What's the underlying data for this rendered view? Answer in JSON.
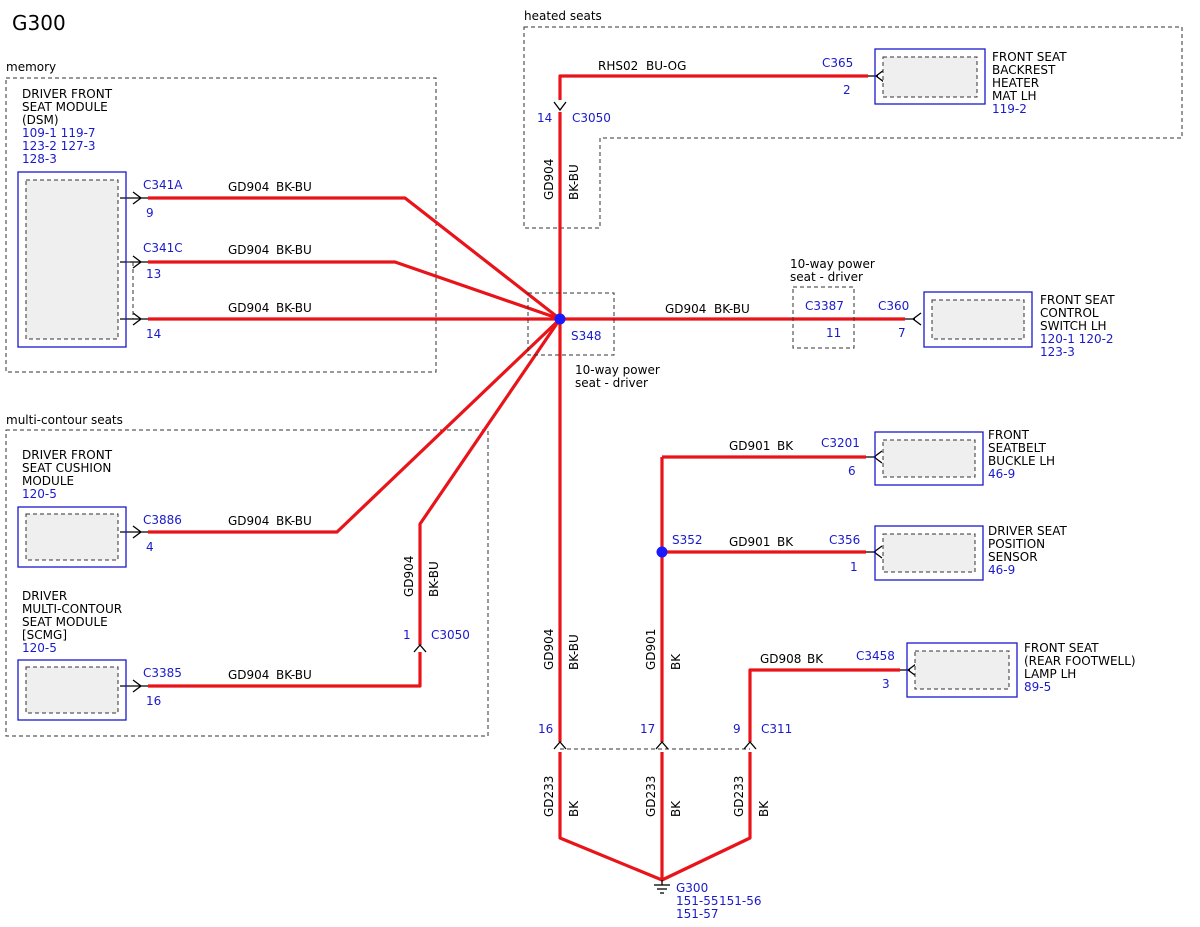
{
  "title": "G300",
  "groups": {
    "memory": "memory",
    "heated_seats": "heated seats",
    "multi_contour": "multi-contour seats"
  },
  "components": {
    "dsm": {
      "l1": "DRIVER FRONT",
      "l2": "SEAT MODULE",
      "l3": "(DSM)",
      "r1": "109-1   119-7",
      "r2": "123-2   127-3",
      "r3": "128-3"
    },
    "cushion": {
      "l1": "DRIVER FRONT",
      "l2": "SEAT CUSHION",
      "l3": "MODULE",
      "r1": "120-5"
    },
    "scmg": {
      "l1": "DRIVER",
      "l2": "MULTI-CONTOUR",
      "l3": "SEAT MODULE",
      "l4": "[SCMG]",
      "r1": "120-5"
    },
    "heater": {
      "l1": "FRONT SEAT",
      "l2": "BACKREST",
      "l3": "HEATER",
      "l4": "MAT LH",
      "r1": "119-2"
    },
    "switch": {
      "l1": "FRONT SEAT",
      "l2": "CONTROL",
      "l3": "SWITCH LH",
      "r1": "120-1   120-2",
      "r2": "123-3"
    },
    "buckle": {
      "l1": "FRONT",
      "l2": "SEATBELT",
      "l3": "BUCKLE LH",
      "r1": "46-9"
    },
    "position": {
      "l1": "DRIVER SEAT",
      "l2": "POSITION",
      "l3": "SENSOR",
      "r1": "46-9"
    },
    "lamp": {
      "l1": "FRONT SEAT",
      "l2": "(REAR FOOTWELL)",
      "l3": "LAMP LH",
      "r1": "89-5"
    }
  },
  "connectors": {
    "c341a": {
      "id": "C341A",
      "pin": "9"
    },
    "c341c": {
      "id": "C341C",
      "pin": "13"
    },
    "c341_pin14": "14",
    "c3886": {
      "id": "C3886",
      "pin": "4"
    },
    "c3385": {
      "id": "C3385",
      "pin": "16"
    },
    "c3050_top": {
      "id": "C3050",
      "pin": "14"
    },
    "c3050_left": {
      "id": "C3050",
      "pin": "1"
    },
    "c365": {
      "id": "C365",
      "pin": "2"
    },
    "c3387": {
      "id": "C3387",
      "pin": "11"
    },
    "c360": {
      "id": "C360",
      "pin": "7"
    },
    "c3201": {
      "id": "C3201",
      "pin": "6"
    },
    "c356": {
      "id": "C356",
      "pin": "1"
    },
    "c3458": {
      "id": "C3458",
      "pin": "3"
    },
    "c311": {
      "id": "C311",
      "pin16": "16",
      "pin17": "17",
      "pin9": "9"
    }
  },
  "splices": {
    "s348": "S348",
    "s352": "S352"
  },
  "notes": {
    "tenway_top_1": "10-way power",
    "tenway_top_2": "seat - driver",
    "tenway_bot_1": "10-way power",
    "tenway_bot_2": "seat - driver"
  },
  "wires": {
    "gd904": "GD904",
    "bkbu": "BK-BU",
    "rhs02": "RHS02",
    "buog": "BU-OG",
    "gd901": "GD901",
    "gd908": "GD908",
    "gd233": "GD233",
    "bk": "BK"
  },
  "ground": {
    "id": "G300",
    "r1": "151-55",
    "r2": "151-56",
    "r3": "151-57"
  },
  "colors": {
    "wire": "#e8141a",
    "connector": "#1a1acc",
    "splice": "#1a1aff"
  }
}
